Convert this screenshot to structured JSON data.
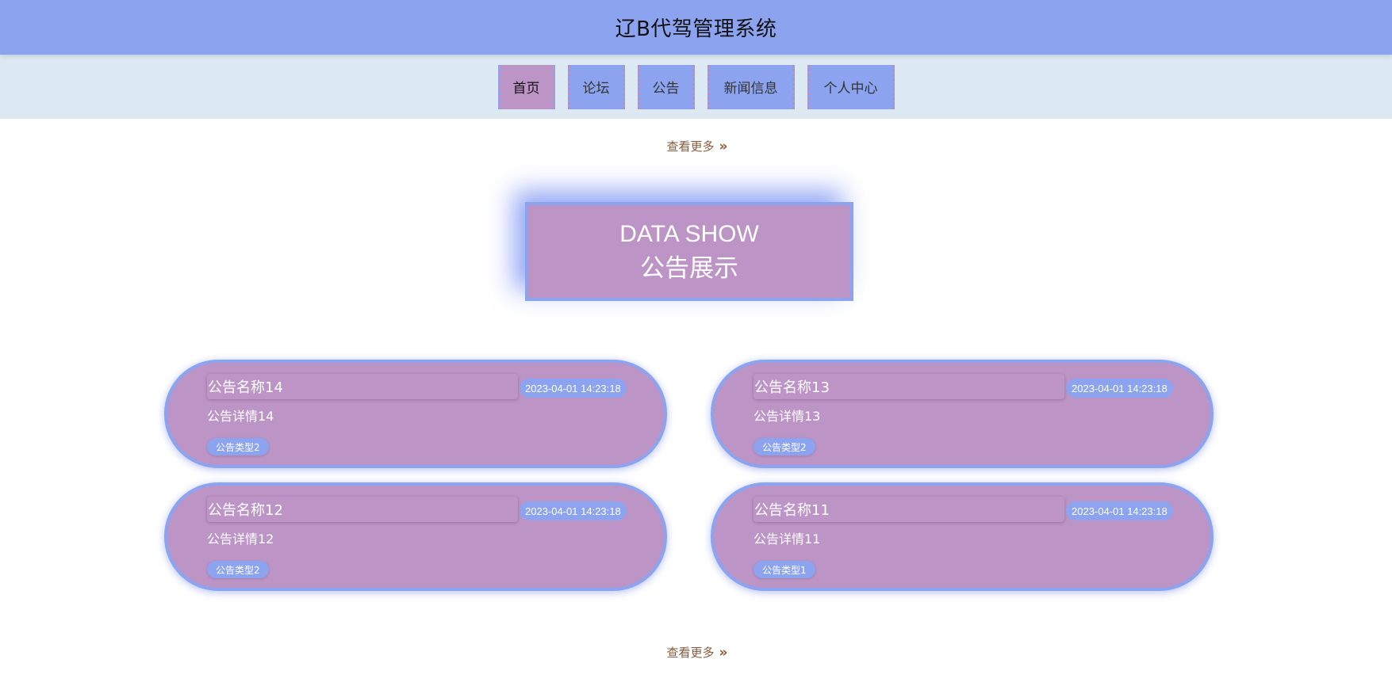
{
  "header": {
    "title": "辽B代驾管理系统"
  },
  "nav": {
    "items": [
      {
        "label": "首页",
        "active": true
      },
      {
        "label": "论坛",
        "active": false
      },
      {
        "label": "公告",
        "active": false
      },
      {
        "label": "新闻信息",
        "active": false
      },
      {
        "label": "个人中心",
        "active": false
      }
    ]
  },
  "more_top": {
    "label": "查看更多"
  },
  "section": {
    "title_en": "DATA SHOW",
    "title_cn": "公告展示"
  },
  "cards": [
    {
      "title": "公告名称14",
      "time": "2023-04-01 14:23:18",
      "detail": "公告详情14",
      "type": "公告类型2"
    },
    {
      "title": "公告名称13",
      "time": "2023-04-01 14:23:18",
      "detail": "公告详情13",
      "type": "公告类型2"
    },
    {
      "title": "公告名称12",
      "time": "2023-04-01 14:23:18",
      "detail": "公告详情12",
      "type": "公告类型2"
    },
    {
      "title": "公告名称11",
      "time": "2023-04-01 14:23:18",
      "detail": "公告详情11",
      "type": "公告类型1"
    }
  ],
  "more_bottom": {
    "label": "查看更多"
  },
  "colors": {
    "header_bg": "#8ca3f0",
    "nav_bg": "#dde9f2",
    "accent_purple": "#bc94c6",
    "accent_blue": "#8ca3f0",
    "link": "#8a5a3a"
  },
  "icons": {
    "more": "double-chevron-right-icon"
  }
}
